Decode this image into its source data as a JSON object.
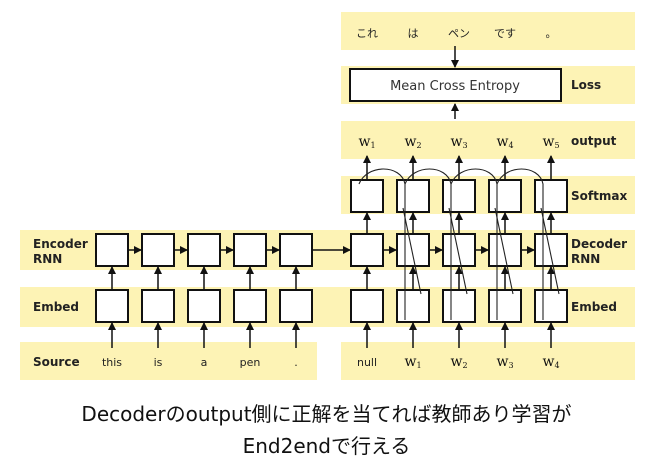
{
  "labels": {
    "loss": "Loss",
    "output": "output",
    "softmax": "Softmax",
    "encoder_rnn": [
      "Encoder",
      "RNN"
    ],
    "decoder_rnn": [
      "Decoder",
      "RNN"
    ],
    "embed_left": "Embed",
    "embed_right": "Embed",
    "source": "Source"
  },
  "loss_box": "Mean Cross Entropy",
  "target_tokens": [
    "これ",
    "は",
    "ペン",
    "です",
    "。"
  ],
  "output_tokens": [
    {
      "base": "w",
      "sub": "1"
    },
    {
      "base": "w",
      "sub": "2"
    },
    {
      "base": "w",
      "sub": "3"
    },
    {
      "base": "w",
      "sub": "4"
    },
    {
      "base": "w",
      "sub": "5"
    }
  ],
  "source_tokens": [
    "this",
    "is",
    "a",
    "pen",
    "."
  ],
  "decoder_input_tokens": [
    {
      "base": "null",
      "sub": ""
    },
    {
      "base": "w",
      "sub": "1"
    },
    {
      "base": "w",
      "sub": "2"
    },
    {
      "base": "w",
      "sub": "3"
    },
    {
      "base": "w",
      "sub": "4"
    }
  ],
  "caption": {
    "line1": "Decoderのoutput側に正解を当てれば教師あり学習が",
    "line2": "End2endで行える"
  },
  "colors": {
    "band": "#fdf3b5",
    "box_stroke": "#111111",
    "box_fill": "#ffffff"
  }
}
